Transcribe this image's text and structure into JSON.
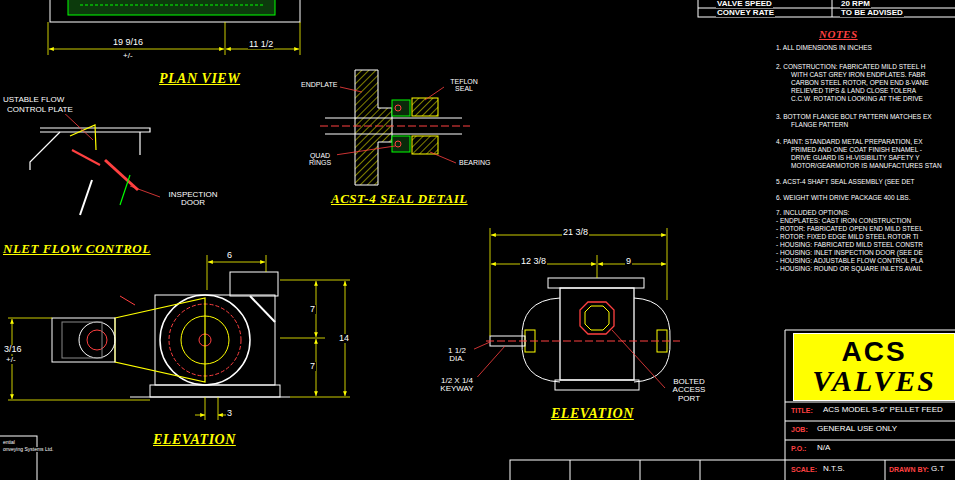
{
  "diagram": {
    "nodes": [
      {
        "text": [
          "ACS",
          "VALVES"
        ]
      }
    ],
    "labels": [
      "VALVE SPEED",
      "20 RPM",
      "CONVEY RATE",
      "TO BE ADVISED",
      "19 9/16",
      "+/-",
      "11 1/2",
      "PLAN VIEW",
      "USTABLE FLOW",
      "CONTROL PLATE",
      "INSPECTION DOOR",
      "NLET FLOW CONTROL",
      "ENDPLATE",
      "TEFLON SEAL",
      "QUAD RINGS",
      "BEARING",
      "ACST-4 SEAL DETAIL",
      "NOTES",
      "1. ALL DIMENSIONS IN INCHES",
      "2. CONSTRUCTION: FABRICATED MILD STEEL H",
      "WITH CAST GREY IRON ENDPLATES. FABR",
      "CARBON STEEL ROTOR, OPEN END 8-VANE",
      "RELIEVED TIPS & LAND CLOSE TOLERA",
      "C.C.W. ROTATION LOOKING AT THE DRIVE",
      "3. BOTTOM FLANGE BOLT PATTERN MATCHES EX",
      "FLANGE PATTERN",
      "4. PAINT: STANDARD METAL PREPARATION, EX",
      "PRIMED AND ONE COAT FINISH ENAMEL -",
      "DRIVE GUARD IS HI-VISIBILITY SAFETY Y",
      "MOTOR/GEARMOTOR IS MANUFACTURES STAN",
      "5. ACST-4 SHAFT SEAL ASSEMBLY (SEE DET",
      "6. WEIGHT WITH DRIVE PACKAGE 400 LBS.",
      "7. INCLUDED OPTIONS:",
      "- ENDPLATES: CAST IRON CONSTRUCTION",
      "- ROTOR: FABRICATED OPEN END MILD STEEL",
      "- ROTOR: FIXED EDGE MILD STEEL ROTOR TI",
      "- HOUSING: FABRICATED MILD STEEL CONSTR",
      "- HOUSING: INLET INSPECTION DOOR (SEE DE",
      "- HOUSING: ADJUSTABLE FLOW CONTROL PLA",
      "- HOUSING: ROUND OR SQUARE INLETS AVAIL",
      "6",
      "7",
      "7",
      "14",
      "3",
      "3/16",
      "+/-",
      "ELEVATION",
      "21 3/8",
      "12 3/8",
      "9",
      "1 1/2 DIA.",
      "1/2 X 1/4 KEYWAY",
      "BOLTED ACCESS PORT",
      "ELEVATION",
      "TITLE:",
      "ACS MODEL S-6\" PELLET FEED",
      "JOB:",
      "GENERAL USE ONLY",
      "P.O.:",
      "N/A",
      "SCALE:",
      "N.T.S.",
      "DRAWN BY:",
      "G.T",
      "ential",
      "onveying Systems Ltd."
    ]
  }
}
